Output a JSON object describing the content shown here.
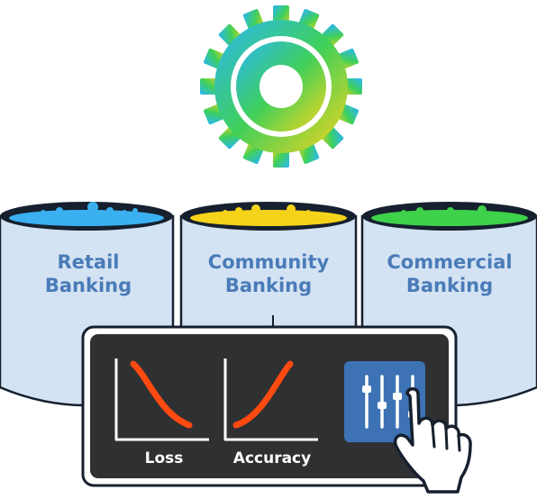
{
  "tanks": [
    {
      "line1": "Retail",
      "line2": "Banking",
      "liquid_color": "#3ab0f0"
    },
    {
      "line1": "Community",
      "line2": "Banking",
      "liquid_color": "#f5d31a"
    },
    {
      "line1": "Commercial",
      "line2": "Banking",
      "liquid_color": "#3ed14a"
    }
  ],
  "panel": {
    "loss_label": "Loss",
    "accuracy_label": "Accuracy"
  },
  "icons": [
    "gear-icon",
    "loss-curve-icon",
    "accuracy-curve-icon",
    "sliders-icon",
    "hand-pointer-icon"
  ],
  "colors": {
    "tank_fill": "#d4e3f3",
    "tank_stroke": "#16202e",
    "label_text": "#4a7bb8",
    "panel_bg": "#2f3031",
    "curve": "#ff4a12",
    "settings_button": "#3d72b5"
  }
}
